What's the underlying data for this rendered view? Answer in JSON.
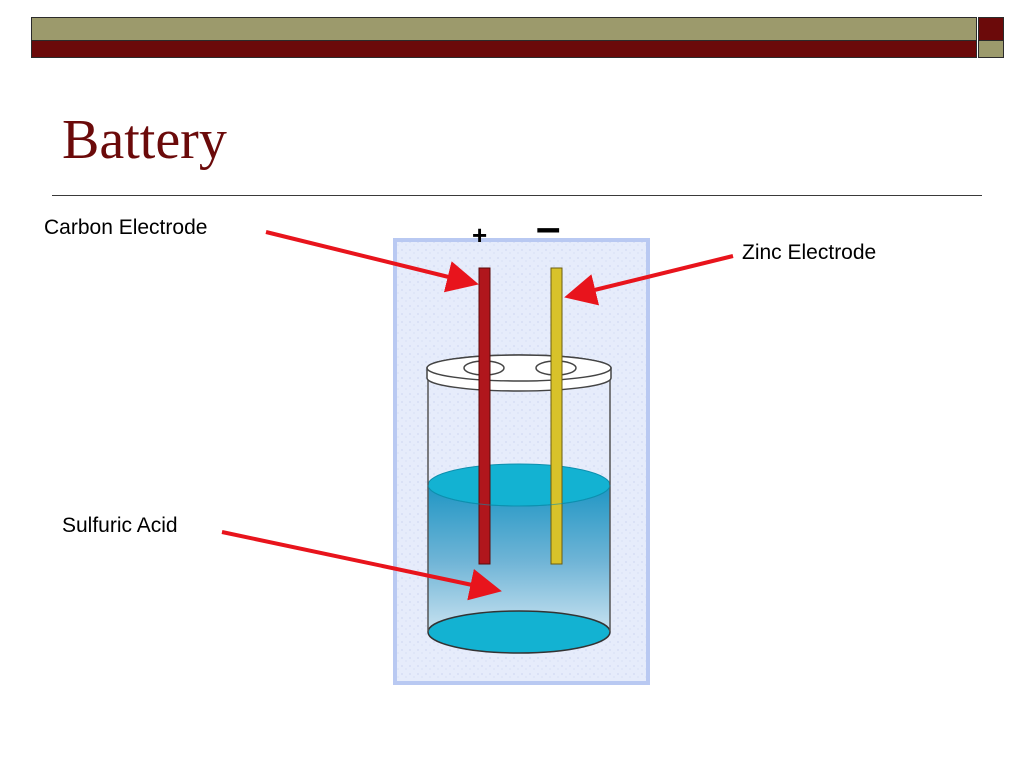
{
  "slide": {
    "title": "Battery"
  },
  "labels": {
    "carbon_electrode": "Carbon Electrode",
    "zinc_electrode": "Zinc Electrode",
    "sulfuric_acid": "Sulfuric Acid",
    "positive_terminal": "+",
    "negative_terminal": "–"
  },
  "colors": {
    "theme_maroon": "#6b0a0a",
    "theme_olive": "#9c9a6c",
    "arrow": "#e8141c",
    "carbon_rod": "#b0161c",
    "zinc_rod": "#d8c22a",
    "acid": "#13b2d2",
    "panel": "#e6ecfb"
  }
}
